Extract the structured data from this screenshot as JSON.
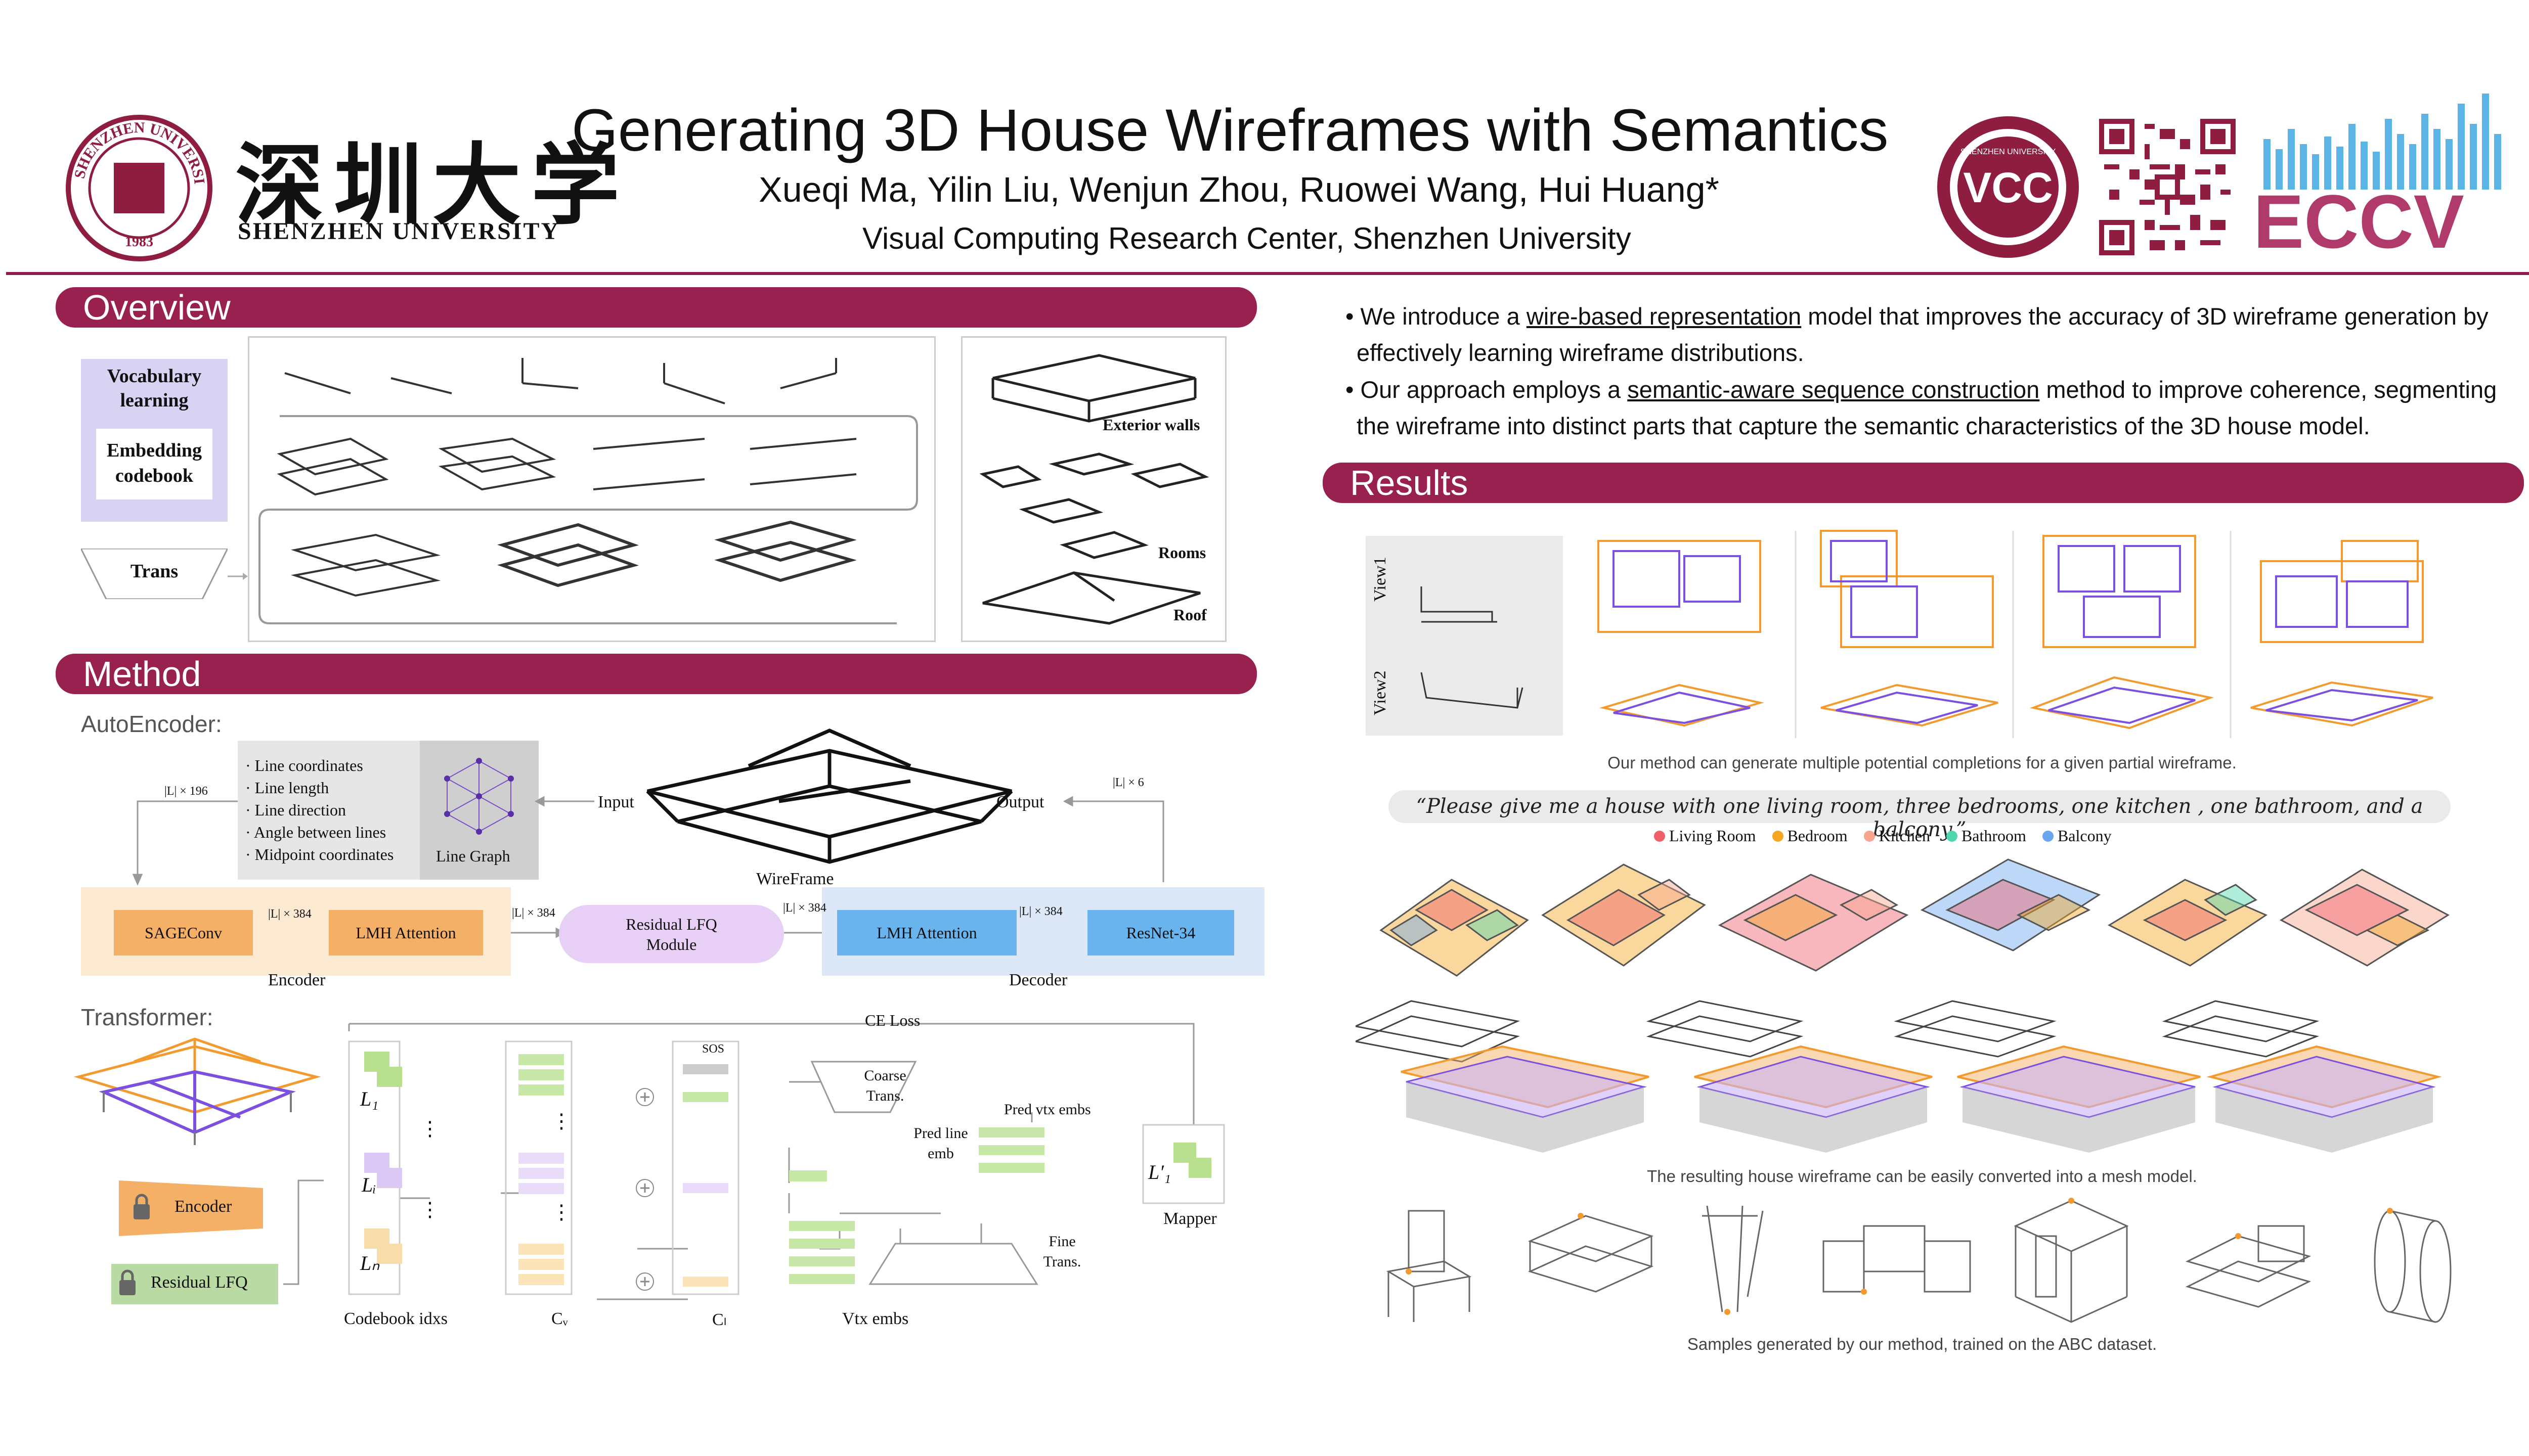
{
  "header": {
    "title": "Generating 3D House Wireframes with Semantics",
    "authors": "Xueqi Ma, Yilin Liu, Wenjun Zhou, Ruowei Wang, Hui Huang*",
    "affiliation": "Visual Computing Research Center, Shenzhen University",
    "university_cn": "深圳大学",
    "university_en": "SHENZHEN UNIVERSITY",
    "seal_text": "SHENZHEN UNIVERSITY",
    "seal_year": "1983",
    "vcc_text": "VCC",
    "vcc_ring": "SHENZHEN UNIVERSITY",
    "eccv": "ECCV",
    "accent": "#982150"
  },
  "overview": {
    "heading": "Overview",
    "vocab": "Vocabulary learning",
    "embedding": "Embedding codebook",
    "trans": "Trans",
    "labels": [
      "Exterior walls",
      "Rooms",
      "Roof"
    ]
  },
  "method": {
    "heading": "Method",
    "autoencoder": "AutoEncoder:",
    "features": [
      "· Line coordinates",
      "· Line length",
      "· Line direction",
      "· Angle between lines",
      "· Midpoint coordinates"
    ],
    "line_graph": "Line Graph",
    "input": "Input",
    "output": "Output",
    "wireframe": "WireFrame",
    "l196": "|L| × 196",
    "l6": "|L| × 6",
    "l384": "|L| × 384",
    "sageconv": "SAGEConv",
    "lmh": "LMH Attention",
    "residual": "Residual LFQ Module",
    "resnet": "ResNet-34",
    "encoder": "Encoder",
    "decoder": "Decoder",
    "transformer": "Transformer:",
    "ce_loss": "CE Loss",
    "sos": "SOS",
    "coarse": "Coarse Trans.",
    "fine": "Fine Trans.",
    "pred_line": "Pred line emb",
    "pred_vtx": "Pred vtx embs",
    "enc_box": "Encoder",
    "rlfq_box": "Residual LFQ",
    "codebook": "Codebook idxs",
    "cv": "Cᵥ",
    "cl": "Cₗ",
    "vtx": "Vtx embs",
    "mapper": "Mapper",
    "L1": "L₁",
    "Li": "Lᵢ",
    "LN": "Lₙ",
    "Lp1": "L′₁",
    "dots": "⋮"
  },
  "bullets": [
    {
      "pre": "• We introduce a ",
      "u": "wire-based representation",
      "post": " model that improves the accuracy of 3D wireframe generation by",
      "line2": "effectively learning wireframe distributions."
    },
    {
      "pre": "• Our approach employs a ",
      "u": "semantic-aware sequence construction",
      "post": " method to improve coherence, segmenting",
      "line2": "the wireframe into distinct parts that capture the semantic characteristics of the 3D house model."
    }
  ],
  "results": {
    "heading": "Results",
    "view1": "View1",
    "view2": "View2",
    "cap1": "Our method can generate multiple potential completions for a given partial wireframe.",
    "prompt": "“Please give me a house with one living room, three bedrooms, one kitchen , one bathroom, and a balcony.”",
    "legend": [
      {
        "label": "Living Room",
        "color": "#f0606a"
      },
      {
        "label": "Bedroom",
        "color": "#f5a623"
      },
      {
        "label": "Kitchen",
        "color": "#f7a58c"
      },
      {
        "label": "Bathroom",
        "color": "#4fd8b0"
      },
      {
        "label": "Balcony",
        "color": "#6aa6f0"
      }
    ],
    "cap2": "The resulting house wireframe can be easily converted into a mesh model.",
    "cap3": "Samples generated by our method, trained on the ABC dataset."
  }
}
